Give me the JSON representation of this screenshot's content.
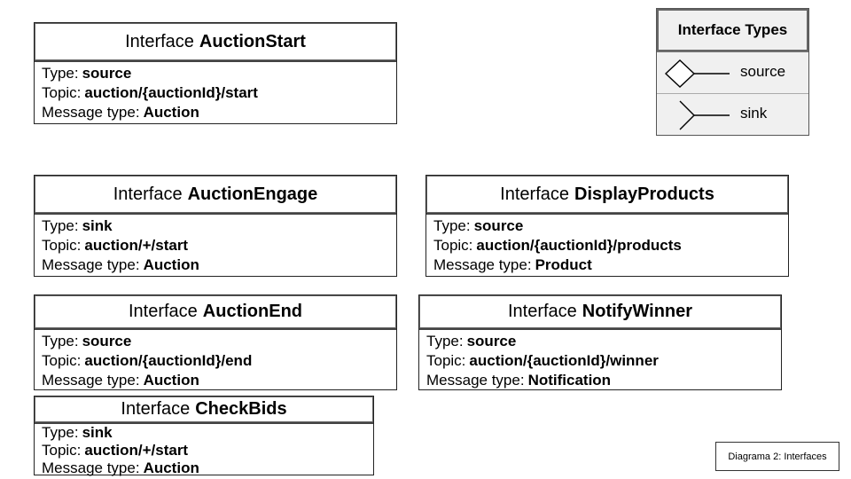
{
  "interfaces": {
    "auction_start": {
      "prefix": "Interface",
      "name": "AuctionStart",
      "type_label": "Type:",
      "type_value": "source",
      "topic_label": "Topic:",
      "topic_value": "auction/{auctionId}/start",
      "message_label": "Message type:",
      "message_value": "Auction"
    },
    "auction_engage": {
      "prefix": "Interface",
      "name": "AuctionEngage",
      "type_label": "Type:",
      "type_value": "sink",
      "topic_label": "Topic:",
      "topic_value": "auction/+/start",
      "message_label": "Message type:",
      "message_value": "Auction"
    },
    "display_products": {
      "prefix": "Interface",
      "name": "DisplayProducts",
      "type_label": "Type:",
      "type_value": "source",
      "topic_label": "Topic:",
      "topic_value": "auction/{auctionId}/products",
      "message_label": "Message type:",
      "message_value": "Product"
    },
    "auction_end": {
      "prefix": "Interface",
      "name": "AuctionEnd",
      "type_label": "Type:",
      "type_value": "source",
      "topic_label": "Topic:",
      "topic_value": "auction/{auctionId}/end",
      "message_label": "Message type:",
      "message_value": "Auction"
    },
    "notify_winner": {
      "prefix": "Interface",
      "name": "NotifyWinner",
      "type_label": "Type:",
      "type_value": "source",
      "topic_label": "Topic:",
      "topic_value": "auction/{auctionId}/winner",
      "message_label": "Message type:",
      "message_value": "Notification"
    },
    "check_bids": {
      "prefix": "Interface",
      "name": "CheckBids",
      "type_label": "Type:",
      "type_value": "sink",
      "topic_label": "Topic:",
      "topic_value": "auction/+/start",
      "message_label": "Message type:",
      "message_value": "Auction"
    }
  },
  "legend": {
    "title": "Interface Types",
    "source_label": "source",
    "source_icon": "diamond-line-icon",
    "sink_label": "sink",
    "sink_icon": "fork-line-icon"
  },
  "caption": "Diagrama 2: Interfaces",
  "colors": {
    "box_border": "#222222",
    "legend_bg": "#f0f0f0"
  }
}
